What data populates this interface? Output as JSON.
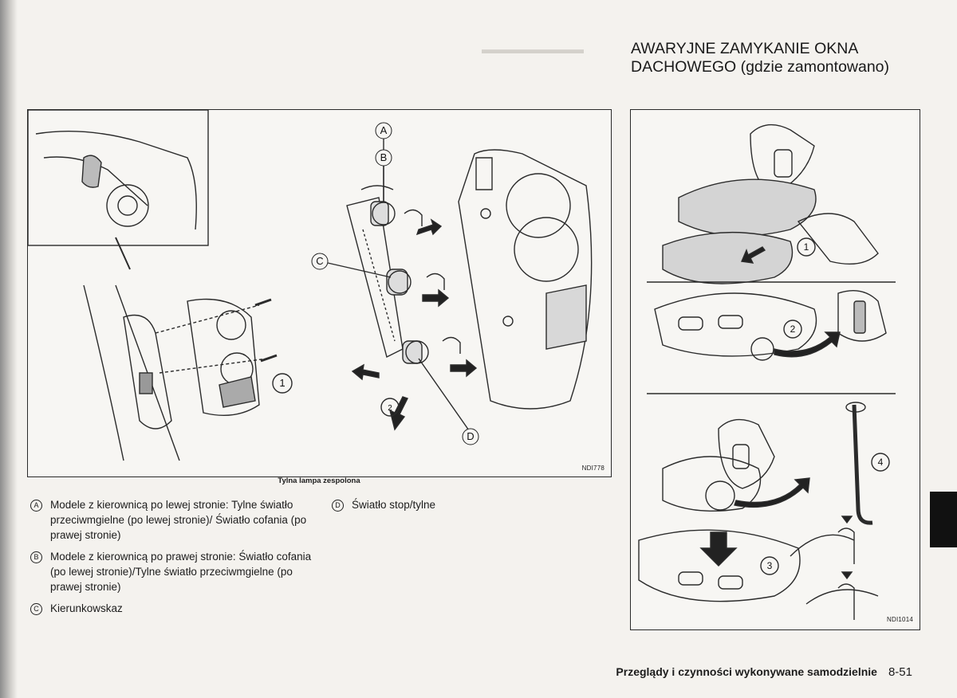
{
  "figure": {
    "caption": "Tylna lampa zespolona",
    "code": "NDI778",
    "callouts": [
      "A",
      "B",
      "C",
      "D",
      "1",
      "2"
    ]
  },
  "legend": {
    "items": [
      {
        "key": "A",
        "text": "Modele z kierownicą po lewej stronie: Tylne światło przeciwmgielne (po lewej stronie)/ Światło cofania (po prawej stronie)"
      },
      {
        "key": "B",
        "text": "Modele z kierownicą po prawej stronie: Światło cofania (po lewej stronie)/Tylne światło przeciwmgielne (po prawej stronie)"
      },
      {
        "key": "C",
        "text": "Kierunkowskaz"
      },
      {
        "key": "D",
        "text": "Światło stop/tylne"
      }
    ]
  },
  "section": {
    "title_upper": "Awaryjne zamykanie okna dachowego",
    "title_rest": "(gdzie zamontowano)"
  },
  "figure2": {
    "code": "NDI1014",
    "callouts": [
      "1",
      "2",
      "3",
      "4"
    ]
  },
  "footer": {
    "chapter": "Przeglądy i czynności wykonywane samodzielnie",
    "page": "8-51"
  }
}
